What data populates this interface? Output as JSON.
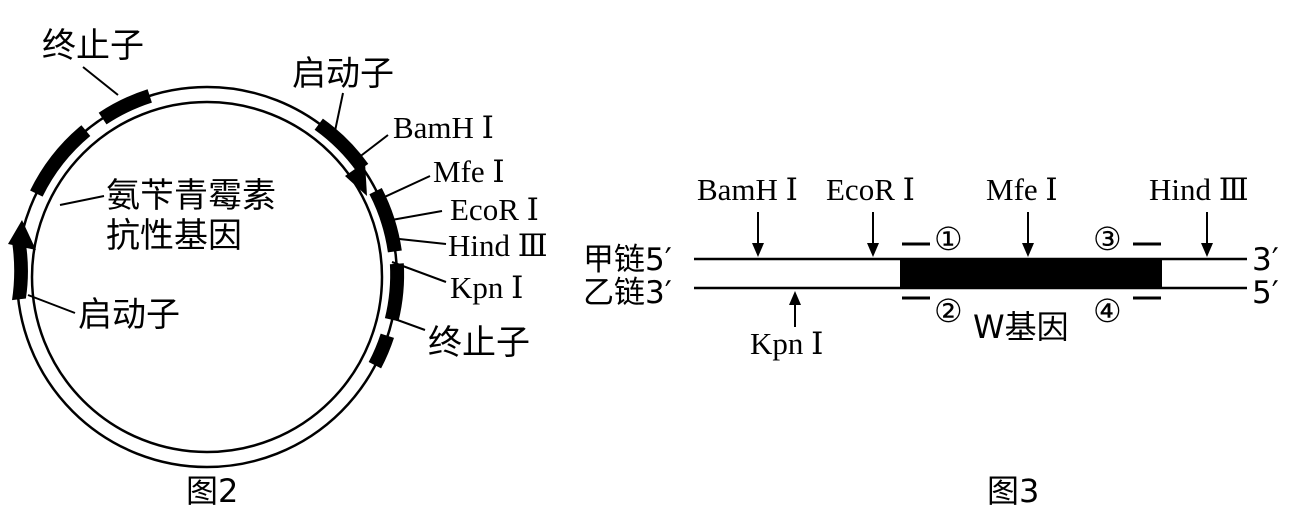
{
  "figure2": {
    "caption": "图2",
    "labels": {
      "terminator_top": "终止子",
      "promoter_top": "启动子",
      "bamhi": "BamH Ⅰ",
      "mfei": "Mfe Ⅰ",
      "ecori": "EcoR Ⅰ",
      "hindiii": "Hind Ⅲ",
      "kpni": "Kpn Ⅰ",
      "terminator_bottom": "终止子",
      "amp_line1": "氨苄青霉素",
      "amp_line2": "抗性基因",
      "promoter_left": "启动子"
    }
  },
  "figure3": {
    "caption": "图3",
    "strand_a_left": "甲链5′",
    "strand_a_right": "3′",
    "strand_b_left": "乙链3′",
    "strand_b_right": "5′",
    "gene_label": "W基因",
    "sites_top": [
      "BamH Ⅰ",
      "EcoR Ⅰ",
      "Mfe Ⅰ",
      "Hind Ⅲ"
    ],
    "site_bottom": "Kpn Ⅰ",
    "primers": [
      "①",
      "②",
      "③",
      "④"
    ]
  }
}
